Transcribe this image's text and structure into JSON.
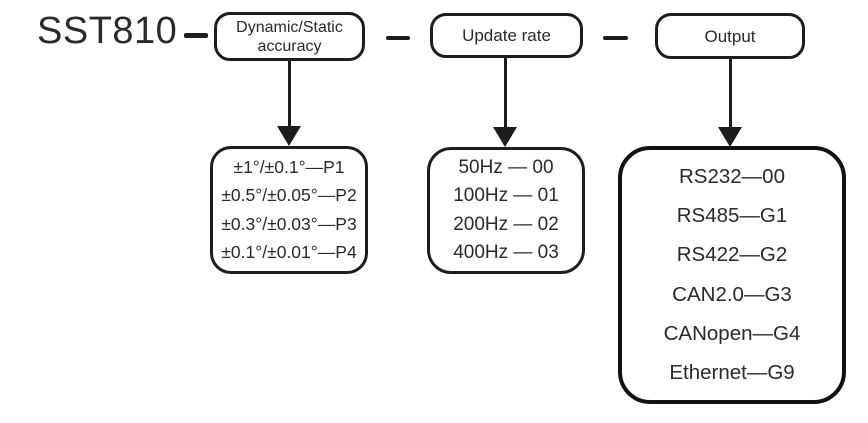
{
  "model": "SST810",
  "colors": {
    "ink": "#2a2a2a",
    "line": "#1d1d1d",
    "background": "#ffffff"
  },
  "groups": [
    {
      "name": "accuracy",
      "label_lines": [
        "Dynamic/Static",
        "accuracy"
      ],
      "options": [
        "±1°/±0.1°—P1",
        "±0.5°/±0.05°—P2",
        "±0.3°/±0.03°—P3",
        "±0.1°/±0.01°—P4"
      ]
    },
    {
      "name": "update-rate",
      "label_lines": [
        "Update rate"
      ],
      "options": [
        "50Hz — 00",
        "100Hz — 01",
        "200Hz — 02",
        "400Hz — 03"
      ]
    },
    {
      "name": "output",
      "label_lines": [
        "Output"
      ],
      "options": [
        "RS232—00",
        "RS485—G1",
        "RS422—G2",
        "CAN2.0—G3",
        "CANopen—G4",
        "Ethernet—G9"
      ]
    }
  ]
}
